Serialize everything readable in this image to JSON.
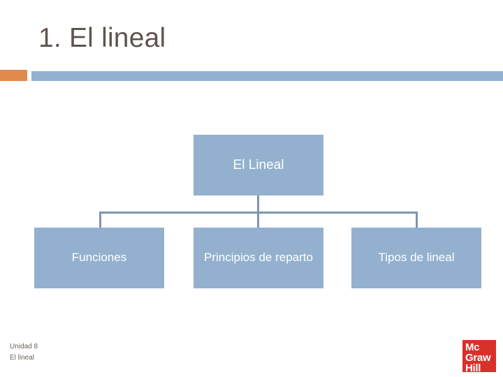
{
  "slide": {
    "title": "1. El lineal",
    "accent_orange_color": "#e08a4c",
    "accent_blue_color": "#92b1ce",
    "background_color": "#ffffff",
    "title_color": "#5f544e"
  },
  "diagram": {
    "type": "org-chart",
    "node_fill_color": "#93b1ce",
    "node_text_color": "#ffffff",
    "connector_color": "#7f96ad",
    "root": {
      "label": "El Lineal"
    },
    "children": [
      {
        "label": "Funciones"
      },
      {
        "label": "Principios de reparto"
      },
      {
        "label": "Tipos de lineal"
      }
    ]
  },
  "footer": {
    "line1": "Unidad 8",
    "line2": "El lineal"
  },
  "logo": {
    "line1": "Mc",
    "line2": "Graw",
    "line3": "Hill",
    "background_color": "#d8302a",
    "text_color": "#ffffff"
  }
}
